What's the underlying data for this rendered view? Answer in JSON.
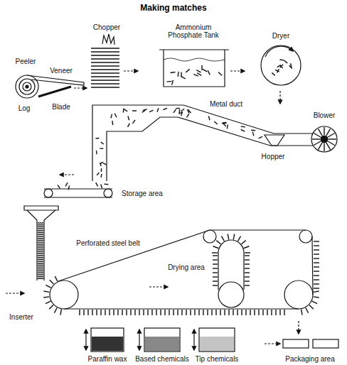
{
  "diagram": {
    "title": "Making matches",
    "labels": [
      "Peeler",
      "Veneer",
      "Log",
      "Blade",
      "Chopper",
      "Ammonium Phosphate Tank",
      "Dryer",
      "Blower",
      "Metal duct",
      "Hopper",
      "Storage area",
      "Perforated steel belt",
      "Drying area",
      "Inserter",
      "Paraffin wax",
      "Based chemicals",
      "Tip chemicals",
      "Packaging area"
    ]
  }
}
